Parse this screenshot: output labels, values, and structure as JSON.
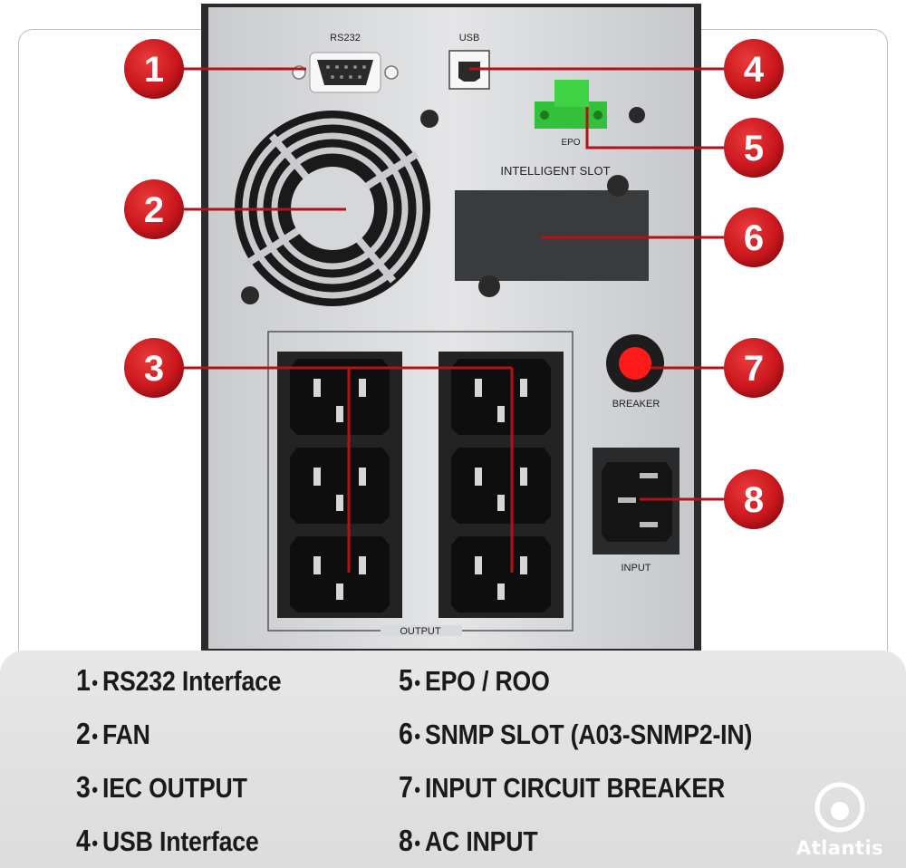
{
  "device_labels": {
    "rs232": "RS232",
    "usb": "USB",
    "epo": "EPO",
    "intelligent_slot": "INTELLIGENT SLOT",
    "breaker": "BREAKER",
    "input": "INPUT",
    "output": "OUTPUT"
  },
  "callouts": [
    "1",
    "2",
    "3",
    "4",
    "5",
    "6",
    "7",
    "8"
  ],
  "legend": [
    {
      "num": "1",
      "text": "RS232 Interface"
    },
    {
      "num": "2",
      "text": "FAN"
    },
    {
      "num": "3",
      "text": "IEC OUTPUT"
    },
    {
      "num": "4",
      "text": "USB Interface"
    },
    {
      "num": "5",
      "text": "EPO / ROO"
    },
    {
      "num": "6",
      "text": "SNMP SLOT (A03-SNMP2-IN)"
    },
    {
      "num": "7",
      "text": "INPUT CIRCUIT BREAKER"
    },
    {
      "num": "8",
      "text": "AC INPUT"
    }
  ],
  "brand": {
    "name": "Atlantis"
  },
  "colors": {
    "callout_red": "#c8161d",
    "leader_red": "#b51218",
    "panel_silver": "#d7d9dc",
    "epo_green": "#34c03a",
    "breaker_red": "#ff1a1a"
  }
}
